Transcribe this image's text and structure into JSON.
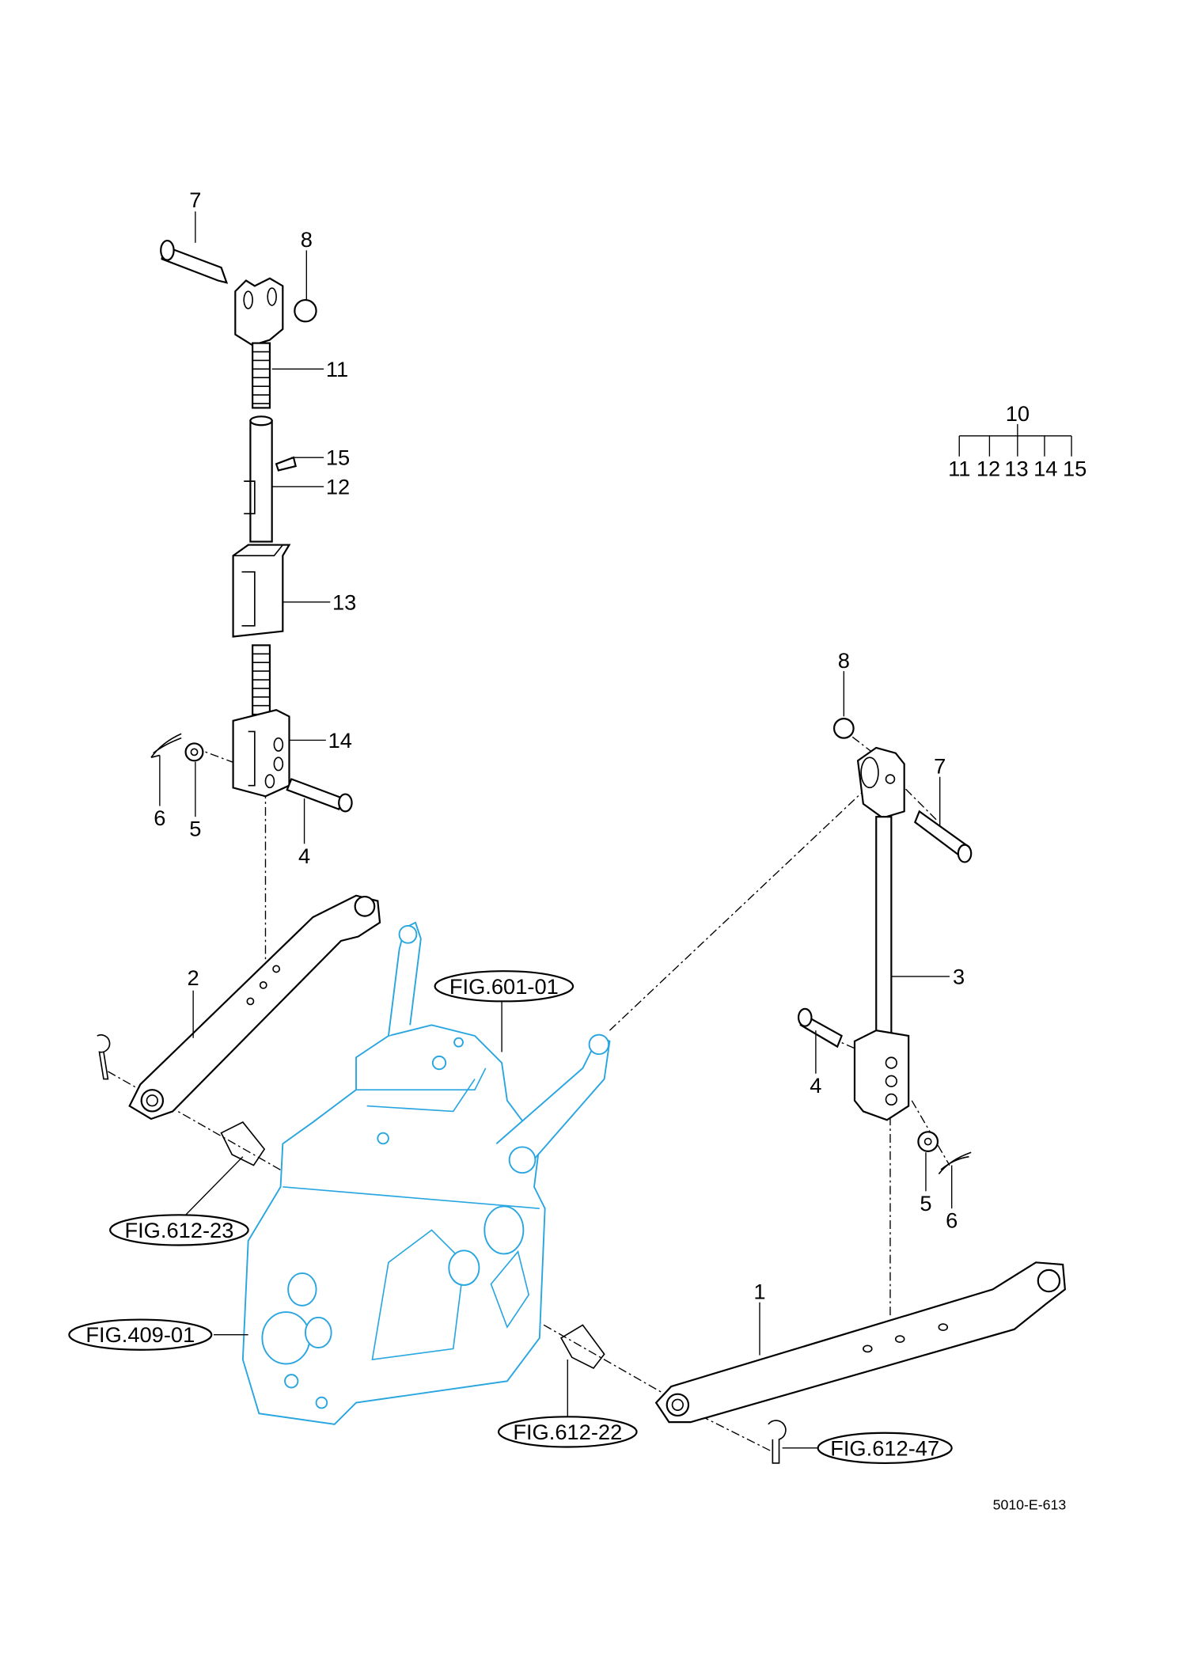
{
  "diagram": {
    "callouts": {
      "top_link": {
        "pin": "7",
        "ring": "8",
        "end_upper": "11",
        "grease": "15",
        "tube": "12",
        "sleeve": "13",
        "end_lower": "14",
        "pin_lower": "4",
        "washer": "5",
        "clip": "6"
      },
      "right_rod": {
        "ring": "8",
        "pin": "7",
        "rod": "3",
        "pin_lower": "4",
        "washer": "5",
        "clip": "6"
      },
      "left_arm": "2",
      "right_arm": "1"
    },
    "assembly_legend": {
      "parent": "10",
      "children": [
        "11",
        "12",
        "13",
        "14",
        "15"
      ]
    },
    "figure_refs": [
      "FIG.601-01",
      "FIG.612-23",
      "FIG.409-01",
      "FIG.612-22",
      "FIG.612-47"
    ],
    "drawing_code": "5010-E-613"
  }
}
